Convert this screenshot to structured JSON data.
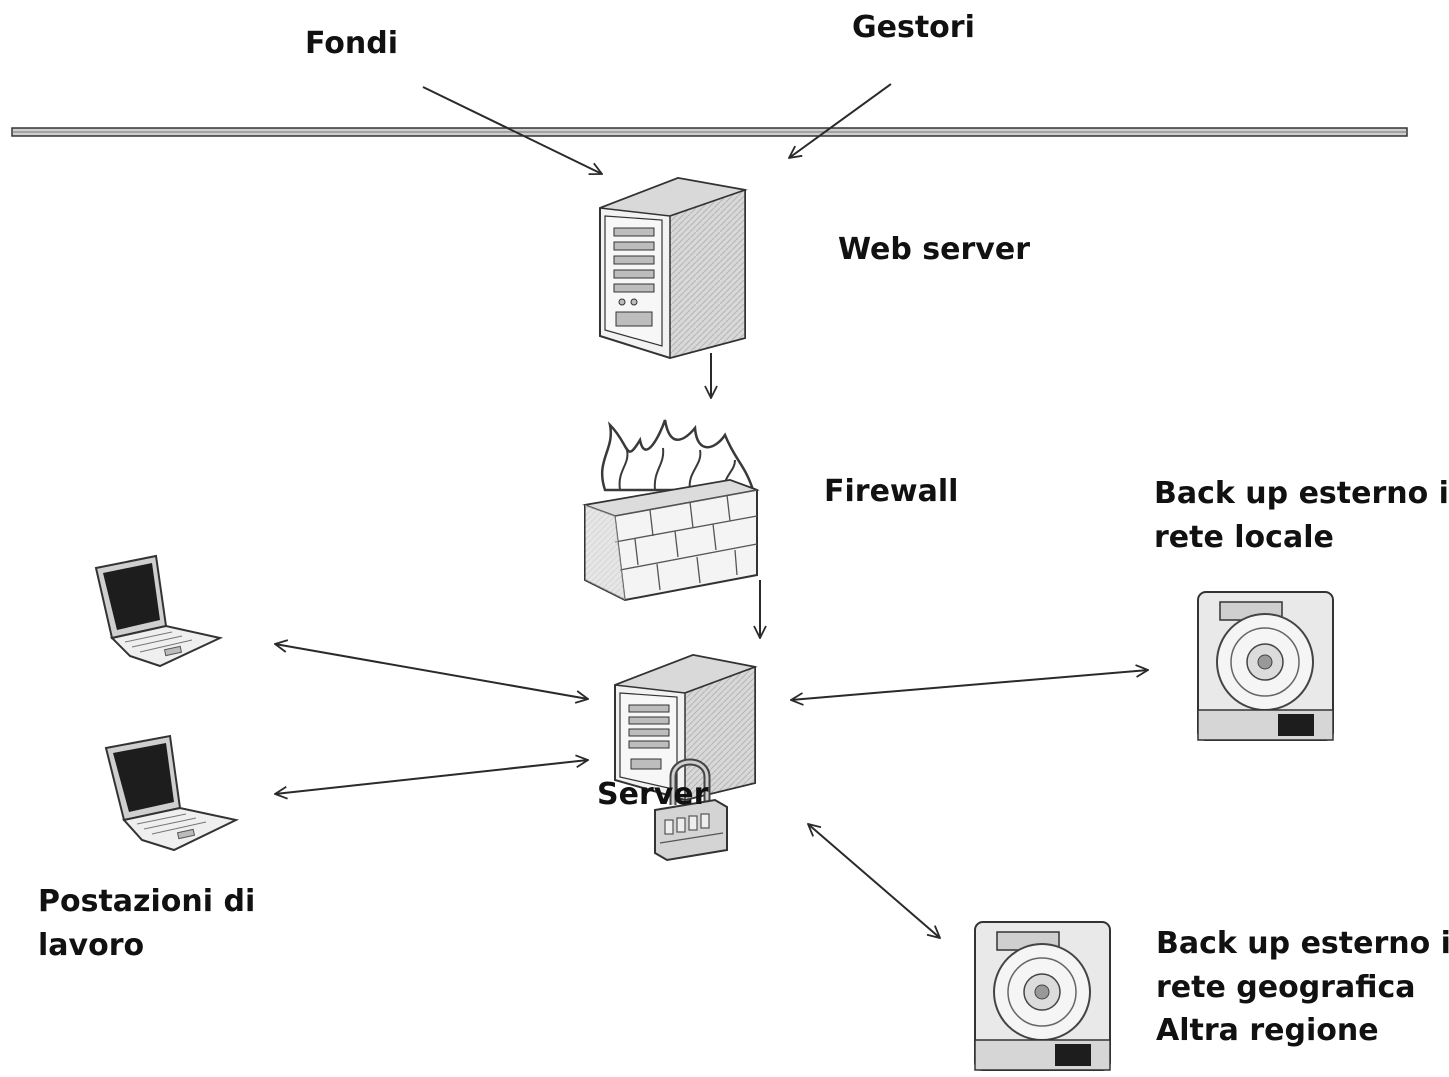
{
  "labels": {
    "fondi": "Fondi",
    "gestori": "Gestori",
    "web_server": "Web server",
    "firewall": "Firewall",
    "server": "Server",
    "backup_local": [
      "Back up esterno in",
      "rete locale"
    ],
    "backup_geo": [
      "Back up esterno in",
      "rete geografica",
      "Altra regione"
    ],
    "workstations": [
      "Postazioni di",
      "lavoro"
    ]
  },
  "colors": {
    "stroke": "#2a2a2a",
    "device_fill": "#e9e9e9",
    "screen_dark": "#1d1d1d",
    "flame": "#3a3a3a"
  }
}
